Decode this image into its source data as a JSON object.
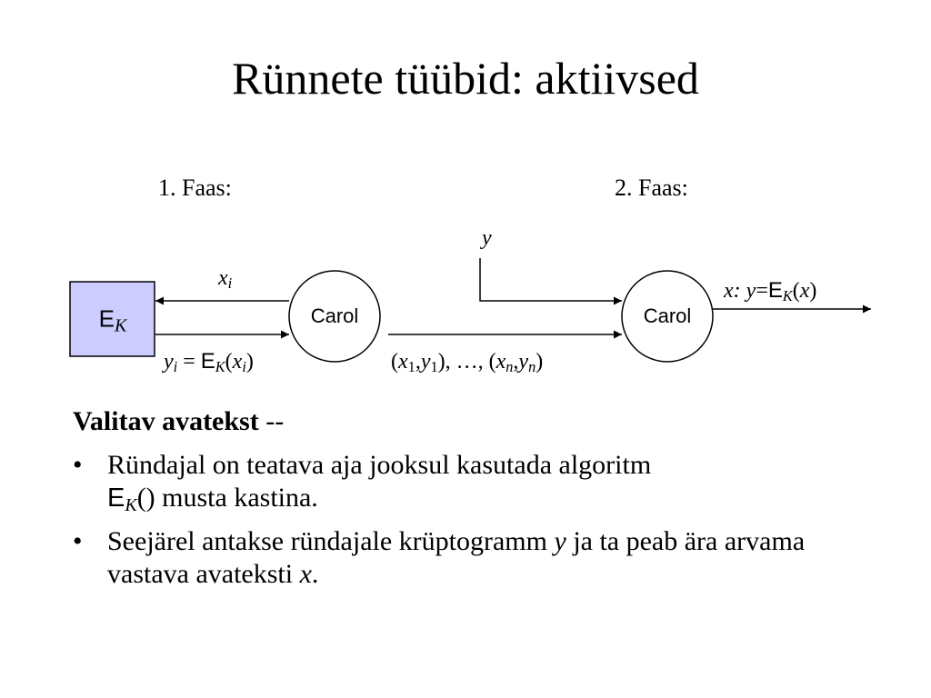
{
  "title": "Rünnete tüübid: aktiivsed",
  "phases": {
    "first": "1. Faas:",
    "second": "2. Faas:"
  },
  "diagram": {
    "oracle": {
      "name": "E",
      "sub": "K"
    },
    "nodes": [
      {
        "label": "Carol"
      },
      {
        "label": "Carol"
      }
    ],
    "query": {
      "var": "x",
      "sub": "i"
    },
    "response": {
      "y": "y",
      "y_sub": "i",
      "eq": " = ",
      "fn": "E",
      "fn_sub": "K",
      "open": "(",
      "arg": "x",
      "arg_sub": "i",
      "close": ")"
    },
    "pairs": {
      "p1": "(",
      "x1": "x",
      "x1s": "1",
      "c1": ",",
      "y1": "y",
      "y1s": "1",
      "mid": "), …, (",
      "xn": "x",
      "xns": "n",
      "c2": ",",
      "yn": "y",
      "yns": "n",
      "p2": ")"
    },
    "challenge": "y",
    "output": {
      "x": "x",
      "colon": ":",
      "y": "y",
      "eq": "=",
      "fn": "E",
      "fn_sub": "K",
      "open": "(",
      "arg": "x",
      "close": ")"
    }
  },
  "colors": {
    "oracle_fill": "#ccccff",
    "stroke": "#000000"
  },
  "text": {
    "heading": "Valitav avatekst",
    "heading_suffix": " --",
    "bullets": [
      {
        "marker": "•",
        "line1": "Ründajal on teatava aja jooksul kasutada algoritm",
        "fn": "E",
        "fn_sub": "K",
        "rest": "() musta kastina."
      },
      {
        "marker": "•",
        "a": "Seejärel antakse ründajale krüptogramm ",
        "y": "y",
        "b": " ja ta peab ära arvama vastava avateksti ",
        "x": "x",
        "c": "."
      }
    ]
  }
}
